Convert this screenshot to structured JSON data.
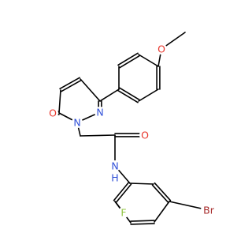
{
  "molecule": {
    "atoms": {
      "o_methoxy": {
        "label": "O",
        "color": "#e8352b"
      },
      "o_ring": {
        "label": "O",
        "color": "#e8352b"
      },
      "o_amide": {
        "label": "O",
        "color": "#e8352b"
      },
      "n1": {
        "label": "N",
        "color": "#3050d8"
      },
      "n2": {
        "label": "N",
        "color": "#3050d8"
      },
      "nh": {
        "label": "N",
        "color": "#3050d8"
      },
      "h": {
        "label": "H",
        "color": "#3050d8"
      },
      "f": {
        "label": "F",
        "color": "#90c440"
      },
      "br": {
        "label": "Br",
        "color": "#a62929"
      }
    },
    "bond_color": "#000000"
  }
}
